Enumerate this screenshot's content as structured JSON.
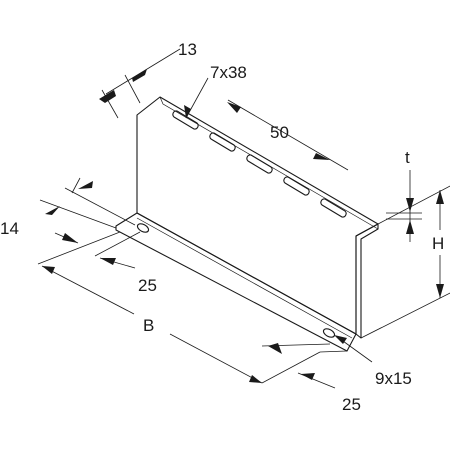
{
  "diagram": {
    "labels": {
      "slot_width": "13",
      "slot_size": "7x38",
      "slot_pitch": "50",
      "thickness": "t",
      "flange_width": "14",
      "height": "H",
      "hole_offset_left": "25",
      "width": "B",
      "hole_size": "9x15",
      "hole_offset_right": "25"
    }
  }
}
